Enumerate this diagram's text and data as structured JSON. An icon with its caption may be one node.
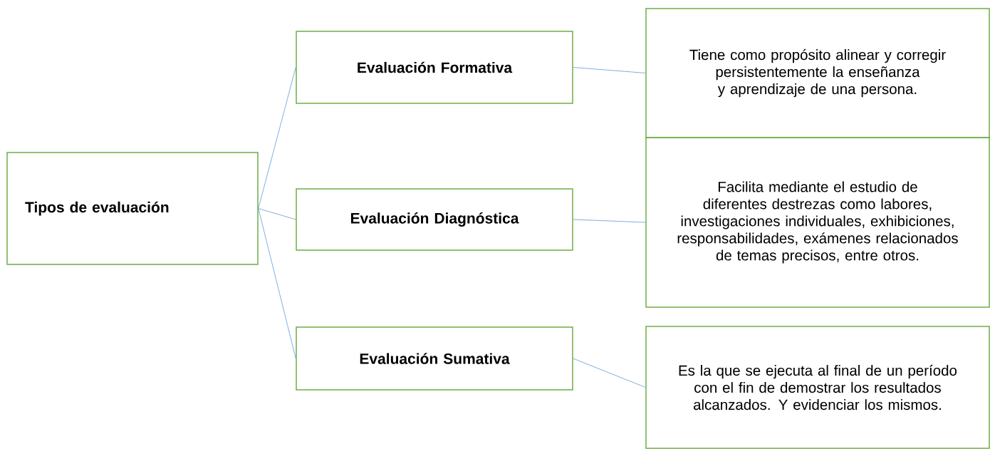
{
  "diagram": {
    "nodes": [
      {
        "text": [
          "Tipos de evaluación"
        ]
      },
      {
        "text": [
          "Evaluación Formativa"
        ]
      },
      {
        "text": [
          "Evaluación Diagnóstica"
        ]
      },
      {
        "text": [
          "Evaluación Sumativa"
        ]
      },
      {
        "text": [
          "Tiene como propósito alinear y corregir persistentemente la enseñanza y aprendizaje de una persona."
        ]
      },
      {
        "text": [
          "Facilita mediante el estudio de diferentes destrezas como labores, investigaciones individuales, exhibiciones, responsabilidades, exámenes relacionados de temas precisos, entre otros."
        ]
      },
      {
        "text": [
          "Es la que se ejecuta al final de un período con el fin de demostrar los resultados alcanzados. Y evidenciar los mismos."
        ]
      }
    ],
    "edges": [
      {
        "from": 0,
        "to": 1,
        "arrow": "none"
      },
      {
        "from": 0,
        "to": 2,
        "arrow": "none"
      },
      {
        "from": 0,
        "to": 3,
        "arrow": "none"
      },
      {
        "from": 1,
        "to": 4,
        "arrow": "none"
      },
      {
        "from": 2,
        "to": 5,
        "arrow": "none"
      },
      {
        "from": 3,
        "to": 6,
        "arrow": "none"
      }
    ]
  }
}
